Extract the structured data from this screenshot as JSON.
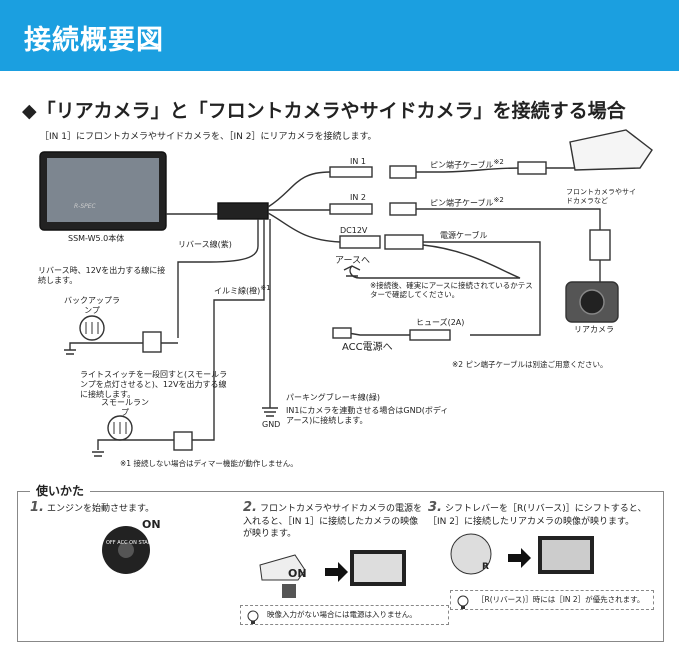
{
  "header": {
    "title": "接続概要図"
  },
  "section": {
    "title": "◆「リアカメラ」と「フロントカメラやサイドカメラ」を接続する場合",
    "note": "［IN 1］にフロントカメラやサイドカメラを、［IN 2］にリアカメラを接続します。"
  },
  "labels": {
    "monitor": "SSM-W5.0本体",
    "monitor_logo": "R-SPEC",
    "reverse_wire": "リバース線(紫)",
    "reverse_note": "リバース時、12Vを出力する線に接続します。",
    "backup_lamp": "バックアップランプ",
    "illumi_wire": "イルミ線(橙)",
    "illumi_sup": "※1",
    "light_note": "ライトスイッチを一段回すと(スモールランプを点灯させると)、12Vを出力する線に接続します。",
    "small_lamp": "スモールランプ",
    "footnote1": "※1 接続しない場合はディマー機能が動作しません。",
    "in1": "IN 1",
    "in2": "IN 2",
    "pin_cable1": "ピン端子ケーブル",
    "pin_cable2": "ピン端子ケーブル",
    "pin_sup": "※2",
    "dc12v": "DC12V",
    "power_cable": "電源ケーブル",
    "ground_to": "アースへ",
    "ground_note": "※接続後、確実にアースに接続されているかテスターで確認してください。",
    "fuse": "ヒューズ(2A)",
    "acc": "ACC電源へ",
    "footnote2": "※2 ピン端子ケーブルは別途ご用意ください。",
    "front_camera": "フロントカメラやサイドカメラなど",
    "rear_camera": "リアカメラ",
    "parking_wire": "パーキングブレーキ線(緑)",
    "parking_note": "IN1にカメラを連動させる場合はGND(ボディアース)に接続します。",
    "gnd": "GND"
  },
  "usage": {
    "title": "使いかた",
    "step1_num": "1.",
    "step1": "エンジンを始動させます。",
    "on_label": "ON",
    "key_text": "OFF ACC ON START",
    "step2_num": "2.",
    "step2": "フロントカメラやサイドカメラの電源を入れると、［IN 1］に接続したカメラの映像が映ります。",
    "step2_on": "ON",
    "step2_tip": "映像入力がない場合には電源は入りません。",
    "step3_num": "3.",
    "step3": "シフトレバーを［R(リバース)］にシフトすると、［IN 2］に接続したリアカメラの映像が映ります。",
    "step3_shift": "R",
    "step3_tip": "［R(リバース)］時には［IN 2］が優先されます。"
  },
  "colors": {
    "header_bg": "#1b9fe0",
    "header_text": "#ffffff"
  }
}
